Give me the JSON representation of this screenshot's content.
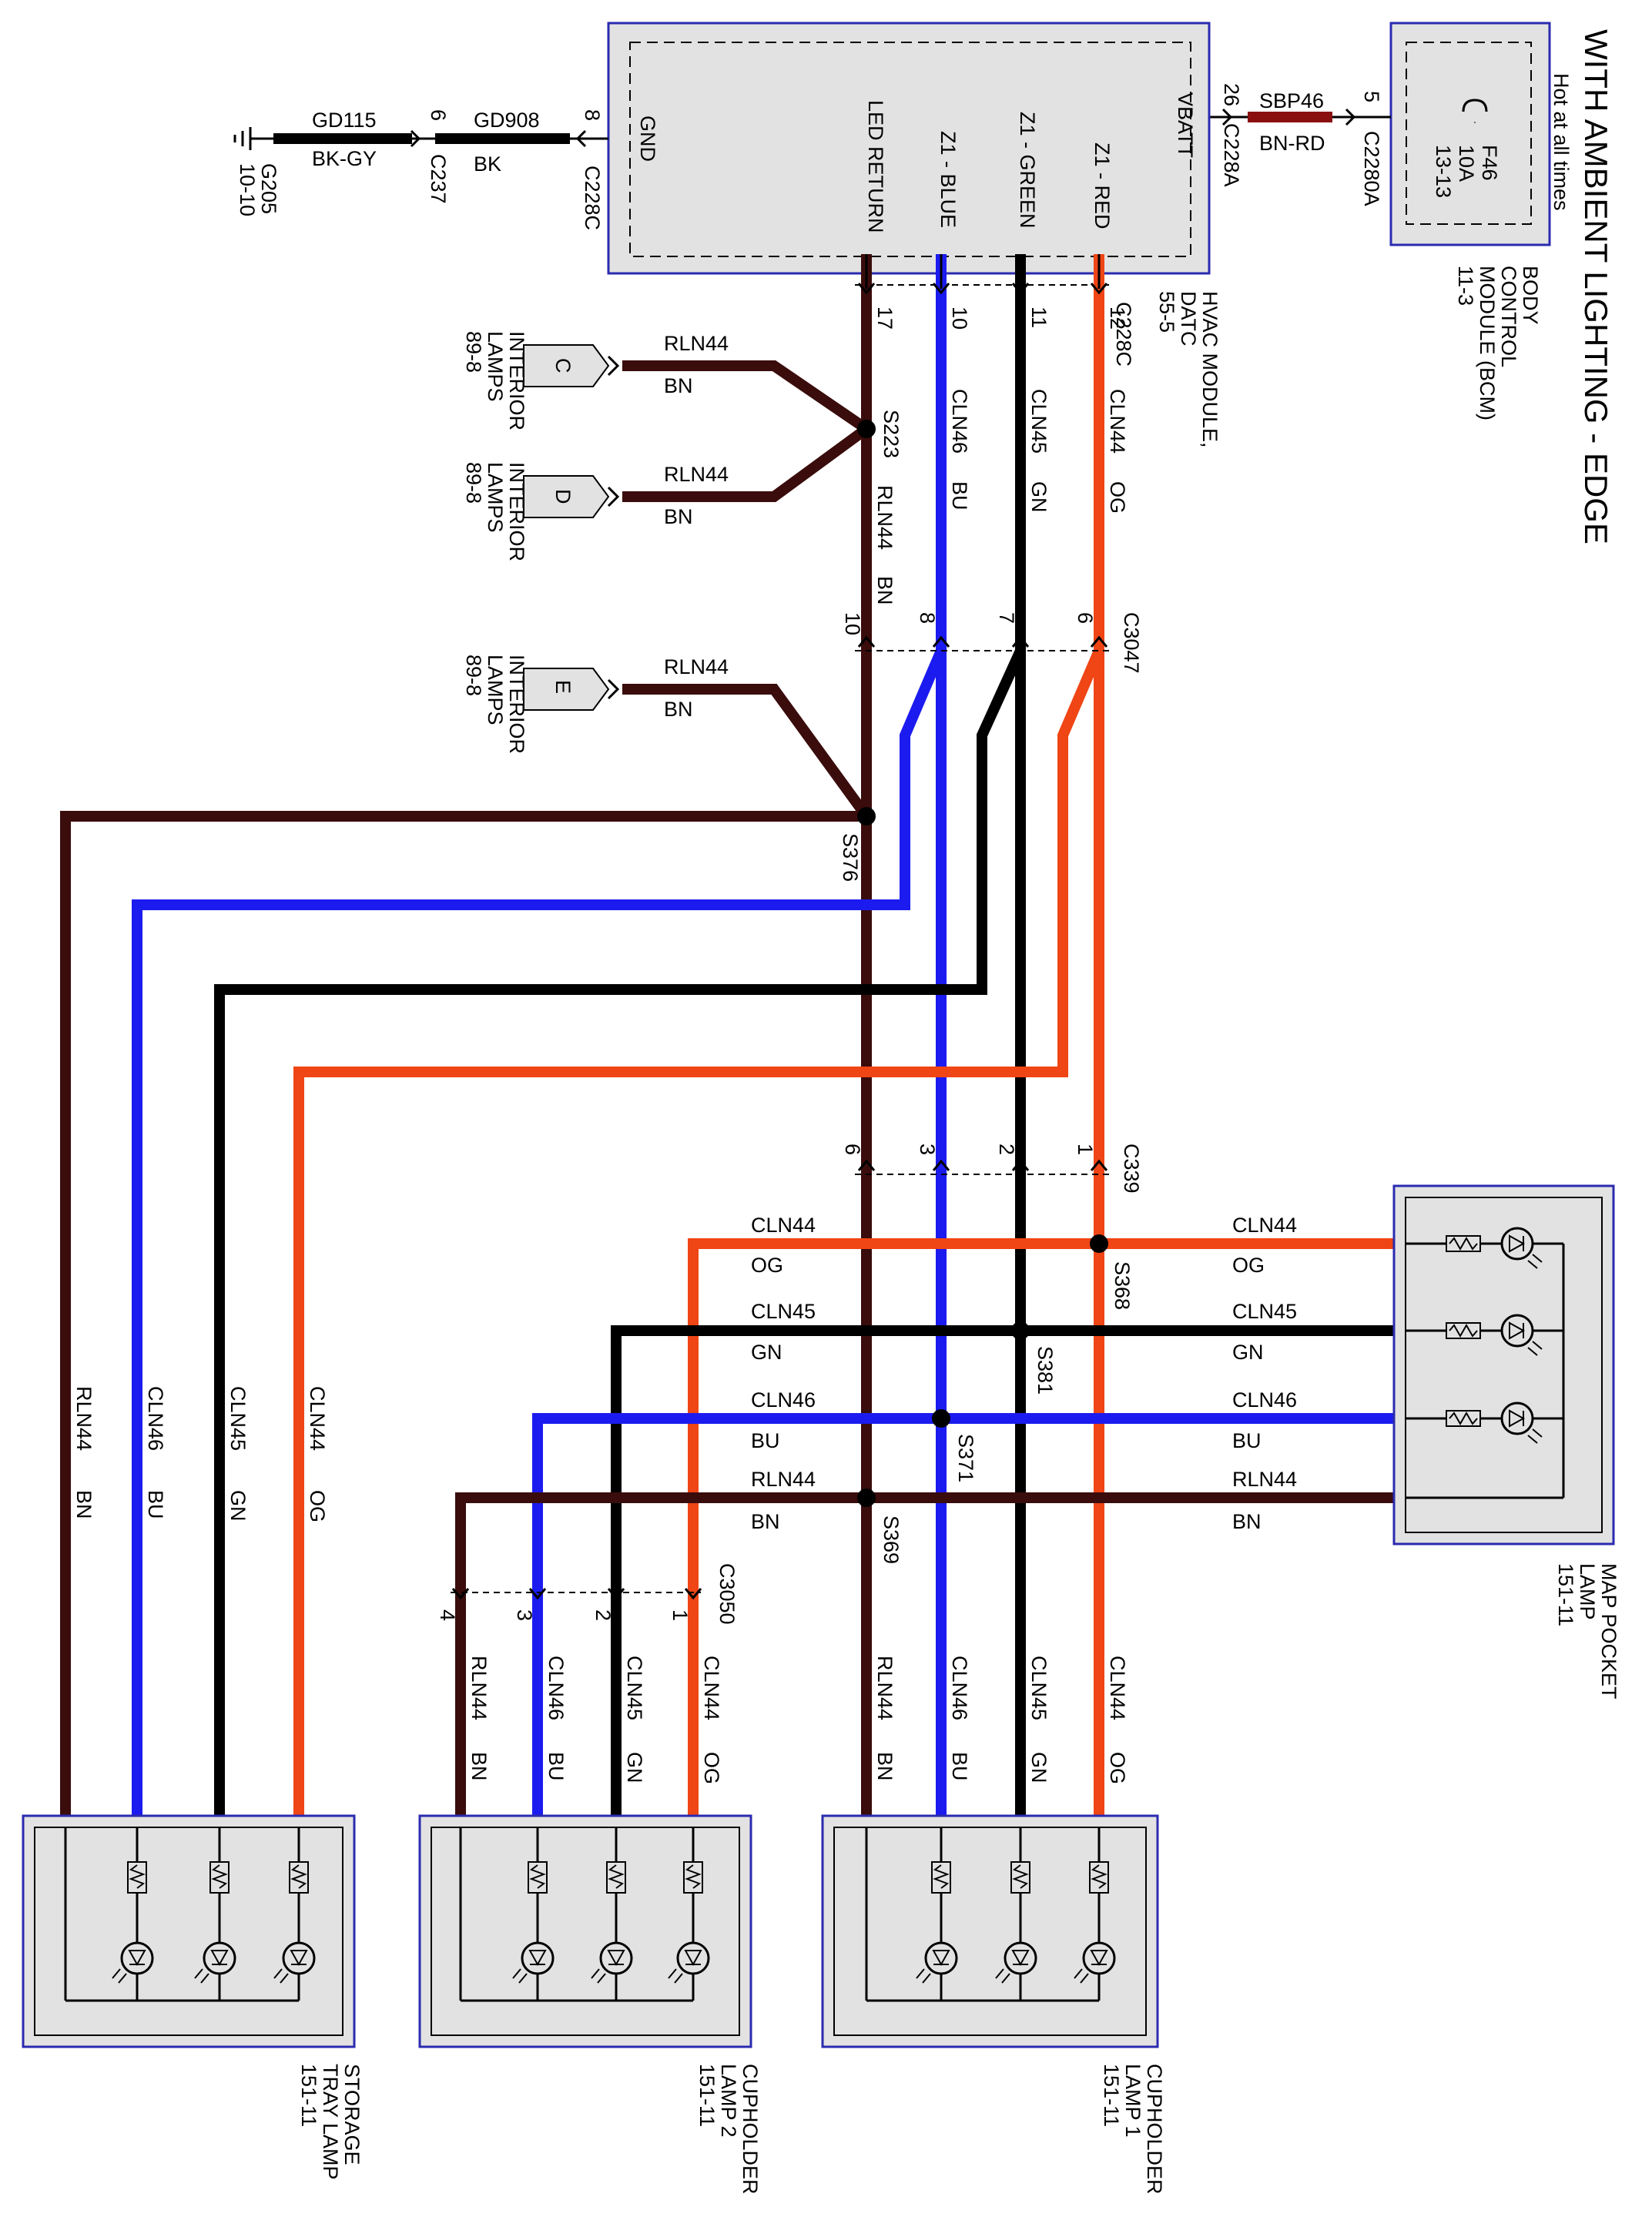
{
  "title": "WITH AMBIENT LIGHTING - EDGE",
  "hot_at_all_times": "Hot at all times",
  "colors": {
    "bn": "#3a0c0c",
    "bu": "#1b1bf0",
    "gn": "#000000",
    "og": "#f04515",
    "bn_rd": "#8a1010",
    "box_border": "#2b2bb0",
    "box_fill": "#e2e2e2"
  },
  "bcm": {
    "fuse": "F46",
    "rating": "10A",
    "ref_fuse": "13-13",
    "name_lines": [
      "BODY",
      "CONTROL",
      "MODULE (BCM)",
      "11-3"
    ],
    "connector": "C2280A",
    "pin": "5"
  },
  "feed_wire": {
    "circuit": "SBP46",
    "color": "BN-RD"
  },
  "hvac": {
    "pins": [
      "GND",
      "VBATT",
      "LED RETURN",
      "Z1 - BLUE",
      "Z1 - GREEN",
      "Z1 - RED"
    ],
    "name_lines": [
      "HVAC MODULE,",
      "DATC",
      "55-5"
    ],
    "connector_vbatt": "C228A",
    "vbatt_pin": "26",
    "connector_led": "C228C",
    "gnd_pin": "8",
    "gnd_connector": "C228C",
    "pin_numbers": [
      "17",
      "10",
      "11",
      "12"
    ]
  },
  "ground": {
    "wire1_circuit": "GD115",
    "wire1_color": "BK-GY",
    "wire2_circuit": "GD908",
    "wire2_color": "BK",
    "c237": "C237",
    "c237_pin": "6",
    "g205": "G205",
    "g205_ref": "10-10"
  },
  "interior_lamps": [
    {
      "letter": "C",
      "lines": [
        "INTERIOR",
        "LAMPS",
        "89-8"
      ],
      "circuit": "RLN44",
      "color": "BN"
    },
    {
      "letter": "D",
      "lines": [
        "INTERIOR",
        "LAMPS",
        "89-8"
      ],
      "circuit": "RLN44",
      "color": "BN"
    },
    {
      "letter": "E",
      "lines": [
        "INTERIOR",
        "LAMPS",
        "89-8"
      ],
      "circuit": "RLN44",
      "color": "BN"
    }
  ],
  "trunk_wires": [
    {
      "circuit": "RLN44",
      "color": "BN"
    },
    {
      "circuit": "CLN46",
      "color": "BU"
    },
    {
      "circuit": "CLN45",
      "color": "GN"
    },
    {
      "circuit": "CLN44",
      "color": "OG"
    }
  ],
  "splices": [
    "S223",
    "S376",
    "S368",
    "S381",
    "S371",
    "S369"
  ],
  "c3047": {
    "name": "C3047",
    "pins": [
      "10",
      "8",
      "7",
      "6"
    ]
  },
  "c339": {
    "name": "C339",
    "pins": [
      "6",
      "3",
      "2",
      "1"
    ]
  },
  "c3050": {
    "name": "C3050",
    "pins": [
      "4",
      "3",
      "2",
      "1"
    ]
  },
  "map_pocket": {
    "name_lines": [
      "MAP POCKET",
      "LAMP",
      "151-11"
    ]
  },
  "cupholder1": {
    "name_lines": [
      "CUPHOLDER",
      "LAMP 1",
      "151-11"
    ]
  },
  "cupholder2": {
    "name_lines": [
      "CUPHOLDER",
      "LAMP 2",
      "151-11"
    ]
  },
  "storage_tray": {
    "name_lines": [
      "STORAGE",
      "TRAY LAMP",
      "151-11"
    ]
  }
}
